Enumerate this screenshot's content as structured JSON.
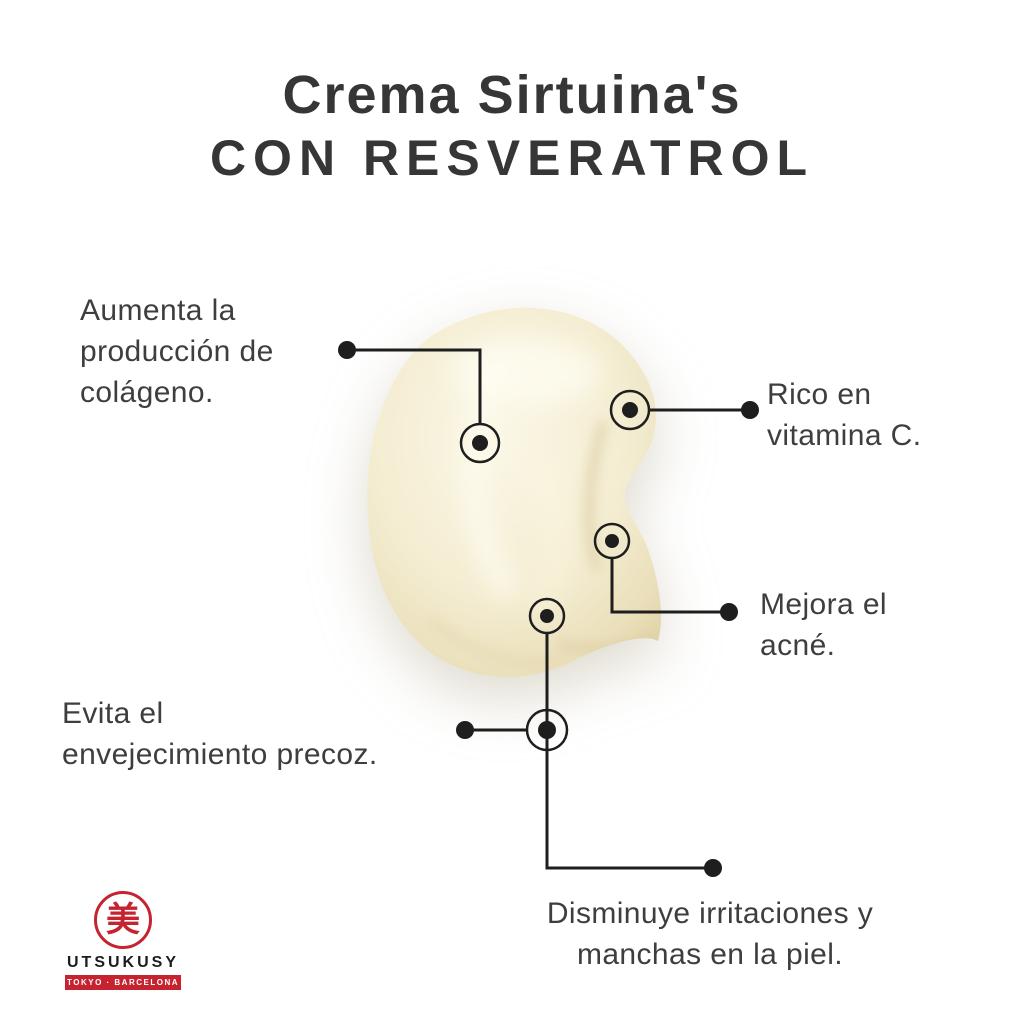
{
  "title": {
    "line1": "Crema Sirtuina's",
    "line2": "CON RESVERATROL"
  },
  "annotations": {
    "colageno": {
      "lines": [
        "Aumenta la",
        "producción de",
        "colágeno."
      ]
    },
    "vitamina_c": {
      "lines": [
        "Rico en",
        "vitamina C."
      ]
    },
    "acne": {
      "lines": [
        "Mejora el",
        "acné."
      ]
    },
    "envejecimiento": {
      "lines": [
        "Evita el",
        "envejecimiento precoz."
      ]
    },
    "irritaciones": {
      "lines": [
        "Disminuye irritaciones y",
        "manchas en la piel."
      ]
    }
  },
  "logo": {
    "kanji": "美",
    "brand": "UTSUKUSY",
    "tagline": "TOKYO · BARCELONA"
  },
  "colors": {
    "accent_red": "#c62331",
    "connector_line": "#1e1e1e",
    "text": "#3e3e3e",
    "cream": "#f4edd2",
    "background": "#ffffff"
  }
}
